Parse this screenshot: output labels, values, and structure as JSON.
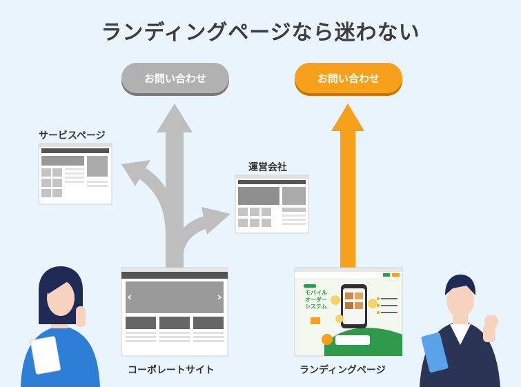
{
  "title": "ランディングページなら迷わない",
  "buttons": {
    "left": "お問い合わせ",
    "right": "お問い合わせ"
  },
  "labels": {
    "service": "サービスページ",
    "company": "運営会社",
    "corporate": "コーポレートサイト",
    "landing": "ランディングページ"
  },
  "lp": {
    "headline_1": "モバイル",
    "headline_2": "オーダー",
    "headline_3": "システム"
  },
  "colors": {
    "background": "#e9f4fc",
    "gray_arrow": "#bebebe",
    "orange": "#f6a01c",
    "green": "#2f9a4b"
  }
}
